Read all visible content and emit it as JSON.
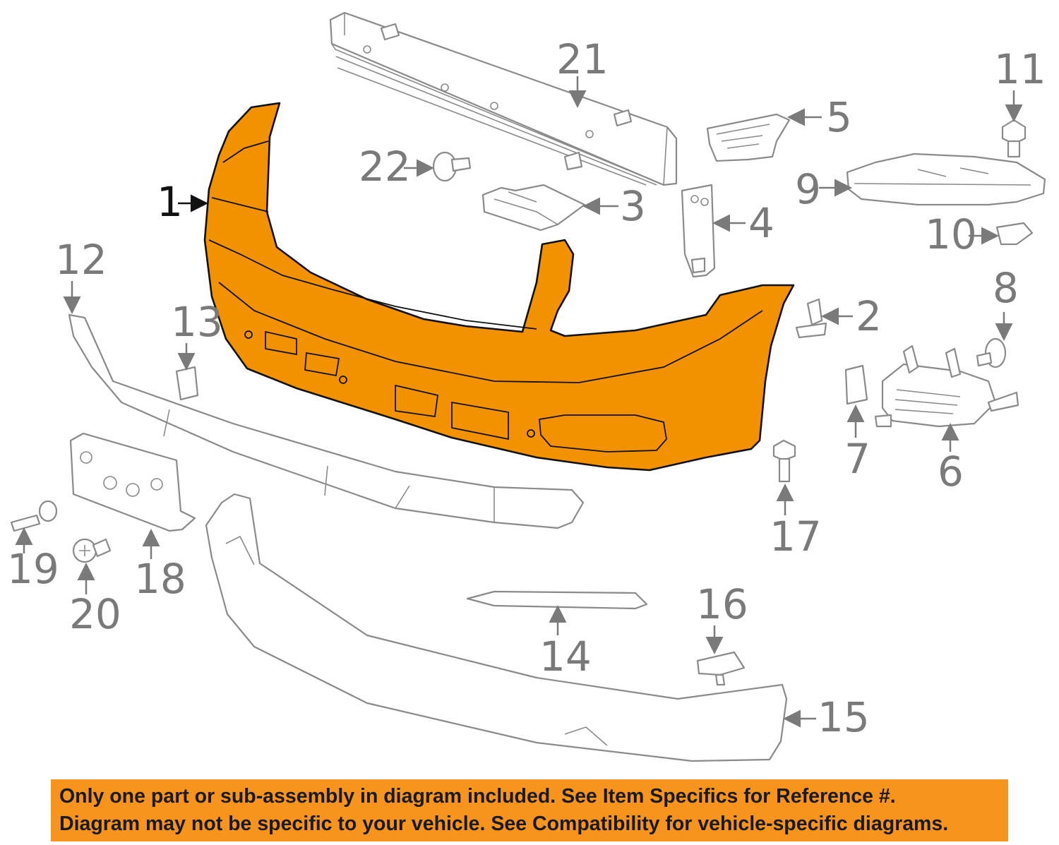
{
  "callouts": {
    "c1": "1",
    "c2": "2",
    "c3": "3",
    "c4": "4",
    "c5": "5",
    "c6": "6",
    "c7": "7",
    "c8": "8",
    "c9": "9",
    "c10": "10",
    "c11": "11",
    "c12": "12",
    "c13": "13",
    "c14": "14",
    "c15": "15",
    "c16": "16",
    "c17": "17",
    "c18": "18",
    "c19": "19",
    "c20": "20",
    "c21": "21",
    "c22": "22"
  },
  "highlight_color": "#f39200",
  "disclaimer": {
    "line1": "Only one part or sub-assembly in diagram included. See Item Specifics for Reference #.",
    "line2": "Diagram may not be specific to your vehicle. See Compatibility for vehicle-specific diagrams."
  }
}
